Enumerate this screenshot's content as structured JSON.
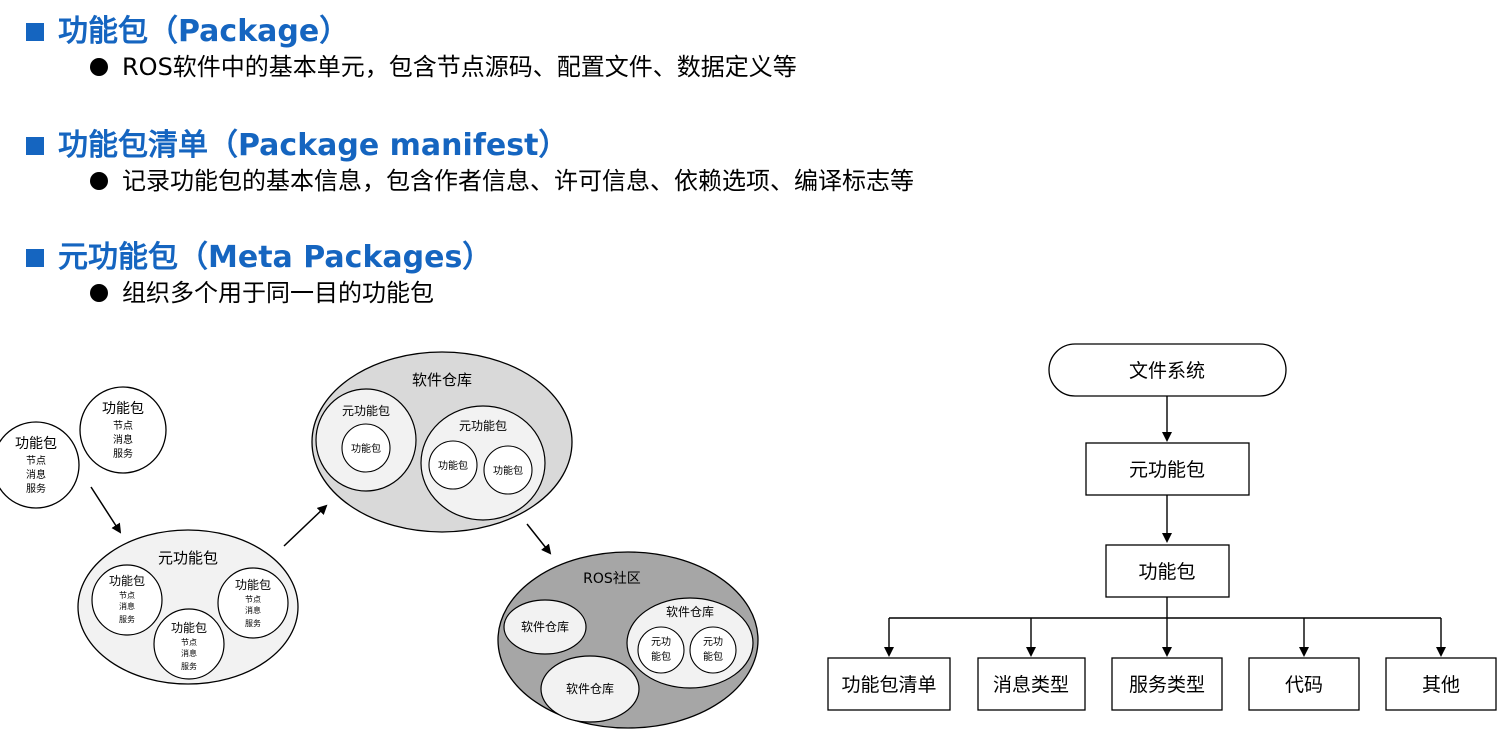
{
  "sections": [
    {
      "title": "功能包（Package）",
      "desc": "ROS软件中的基本单元，包含节点源码、配置文件、数据定义等"
    },
    {
      "title": "功能包清单（Package manifest）",
      "desc": "记录功能包的基本信息，包含作者信息、许可信息、依赖选项、编译标志等"
    },
    {
      "title": "元功能包（Meta Packages）",
      "desc": "组织多个用于同一目的功能包"
    }
  ],
  "left_diagram": {
    "pkg_label": "功能包",
    "pkg_lines": [
      "节点",
      "消息",
      "服务"
    ],
    "meta_label": "元功能包",
    "repo_label": "软件仓库",
    "community_label": "ROS社区",
    "meta_short_1": "元功",
    "meta_short_2": "能包"
  },
  "flowchart": {
    "root": "文件系统",
    "level1": "元功能包",
    "level2": "功能包",
    "children": [
      "功能包清单",
      "消息类型",
      "服务类型",
      "代码",
      "其他"
    ]
  },
  "colors": {
    "heading": "#1565c0",
    "light_fill": "#f2f2f2",
    "mid_fill": "#d9d9d9",
    "dark_fill": "#a6a6a6"
  }
}
